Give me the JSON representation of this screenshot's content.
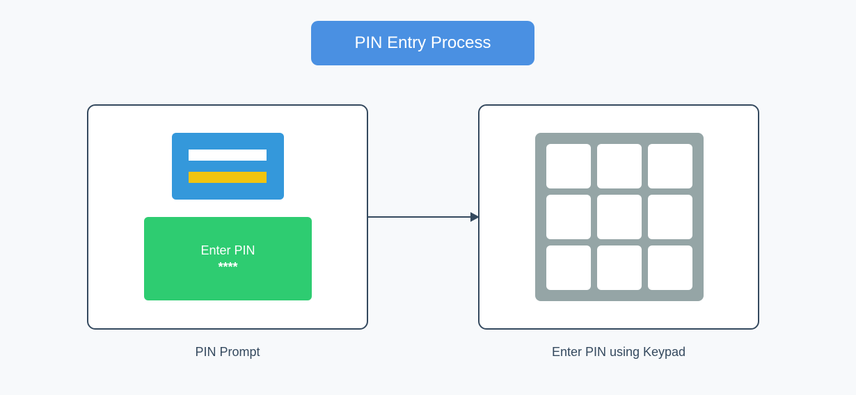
{
  "title": "PIN Entry Process",
  "left_panel": {
    "caption": "PIN Prompt",
    "pin_box": {
      "label": "Enter PIN",
      "mask": "****"
    }
  },
  "right_panel": {
    "caption": "Enter PIN using Keypad",
    "keypad": {
      "rows": 3,
      "columns": 3
    }
  },
  "colors": {
    "background": "#f7f9fb",
    "title": "#4a90e2",
    "card": "#3498db",
    "card_stripe_top": "#ffffff",
    "card_stripe_bottom": "#f1c40f",
    "pin_box": "#2ecc71",
    "keypad": "#95a5a6",
    "outline": "#34495e"
  }
}
